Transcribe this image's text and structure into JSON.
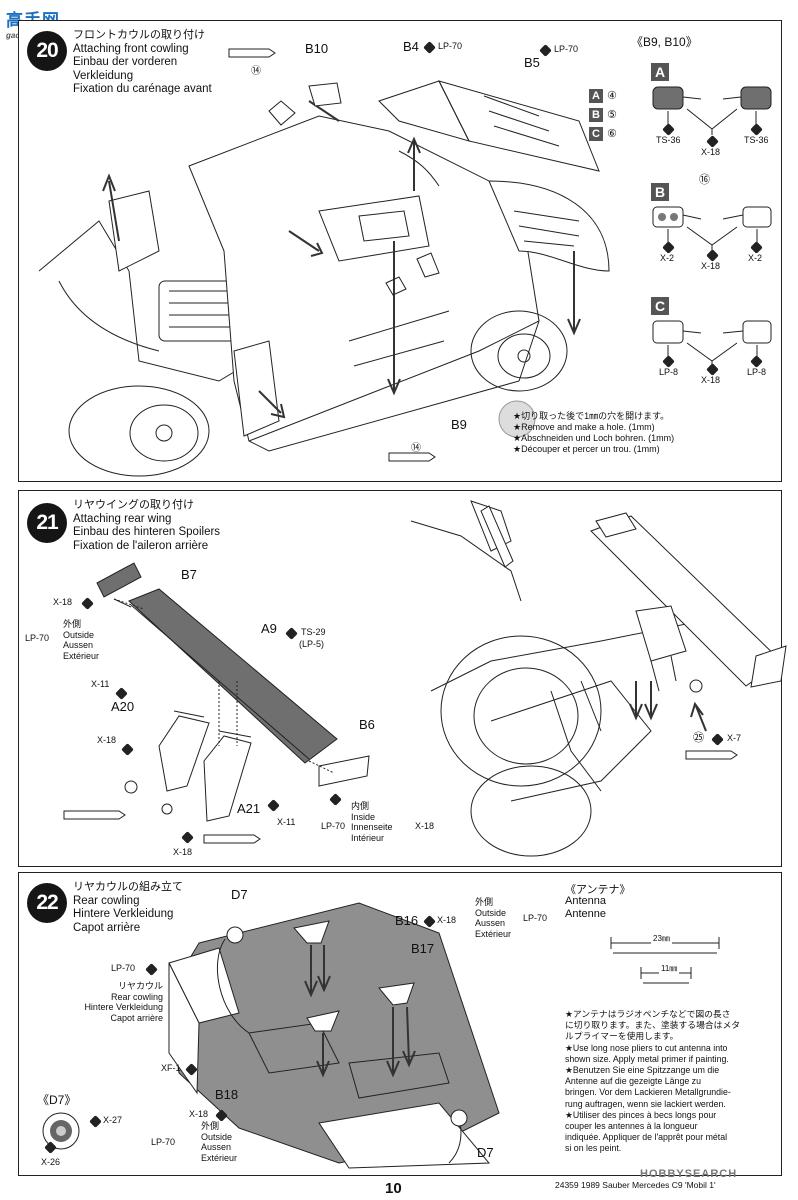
{
  "watermark": {
    "main": "高手网",
    "sub": "gao-shou.com"
  },
  "page": {
    "number": "10",
    "code": "24359  1989 Sauber Mercedes C9 'Mobil 1'",
    "mark": "HOBBYSEARCH"
  },
  "step20": {
    "number": "20",
    "title_jp": "フロントカウルの取り付け",
    "title_en": "Attaching front cowling",
    "title_de": "Einbau der vorderen",
    "title_de2": "Verkleidung",
    "title_fr": "Fixation du carénage avant",
    "parts": {
      "b10": "B10",
      "b4": "B4",
      "b4_paint": "LP-70",
      "b5": "B5",
      "b5_paint": "LP-70",
      "b9": "B9",
      "ref14": "⑭"
    },
    "decal_refs": [
      {
        "letter": "A",
        "num": "④"
      },
      {
        "letter": "B",
        "num": "⑤"
      },
      {
        "letter": "C",
        "num": "⑥"
      }
    ],
    "note": [
      "★切り取った後で1㎜の穴を開けます。",
      "★Remove and make a hole. (1mm)",
      "★Abschneiden und Loch bohren. (1mm)",
      "★Découper et percer un trou. (1mm)"
    ],
    "mirrors": {
      "header": "《B9, B10》",
      "a": {
        "letter": "A",
        "left": "TS-36",
        "center": "X-18",
        "right": "TS-36"
      },
      "b": {
        "letter": "B",
        "ref": "⑯",
        "left": "X-2",
        "center": "X-18",
        "right": "X-2"
      },
      "c": {
        "letter": "C",
        "left": "LP-8",
        "center": "X-18",
        "right": "LP-8"
      }
    }
  },
  "step21": {
    "number": "21",
    "title_jp": "リヤウイングの取り付け",
    "title_en": "Attaching rear wing",
    "title_de": "Einbau des hinteren Spoilers",
    "title_fr": "Fixation de l'aileron arrière",
    "parts": {
      "b7": "B7",
      "a9": "A9",
      "a20": "A20",
      "a21": "A21",
      "b6": "B6",
      "x18_b7": "X-18",
      "ts29": "TS-29",
      "lp5": "(LP-5)",
      "x11_a": "X-11",
      "x18_a": "X-18",
      "x11_b": "X-11",
      "x18_bottom": "X-18",
      "x7": "X-7",
      "ref25": "㉕"
    },
    "outside": {
      "paint": "LP-70",
      "jp": "外側",
      "en": "Outside",
      "de": "Aussen",
      "fr": "Extérieur"
    },
    "inside": {
      "paint": "LP-70",
      "jp": "内側",
      "en": "Inside",
      "de": "Innenseite",
      "fr": "Intérieur",
      "color": "X-18"
    }
  },
  "step22": {
    "number": "22",
    "title_jp": "リヤカウルの組み立て",
    "title_en": "Rear cowling",
    "title_de": "Hintere Verkleidung",
    "title_fr": "Capot arrière",
    "parts": {
      "d7_top": "D7",
      "d7_bottom": "D7",
      "b16": "B16",
      "b17": "B17",
      "b18": "B18",
      "xf1": "XF-1",
      "lp70": "LP-70",
      "x18_b16": "X-18",
      "x18_b18": "X-18"
    },
    "rear_label": {
      "jp": "リヤカウル",
      "en": "Rear cowling",
      "de": "Hintere Verkleidung",
      "fr": "Capot arrière"
    },
    "outside_b16": {
      "paint": "LP-70",
      "jp": "外側",
      "en": "Outside",
      "de": "Aussen",
      "fr": "Extérieur"
    },
    "outside_b18": {
      "paint": "LP-70",
      "jp": "外側",
      "en": "Outside",
      "de": "Aussen",
      "fr": "Extérieur"
    },
    "d7_detail": {
      "header": "《D7》",
      "c1": "X-27",
      "c2": "X-26"
    },
    "antenna": {
      "header": "《アンテナ》",
      "en": "Antenna",
      "de": "Antenne",
      "len1": "23㎜",
      "len2": "11㎜",
      "notes": [
        "★アンテナはラジオペンチなどで図の長さ",
        "に切り取ります。また、塗装する場合はメタ",
        "ルプライマーを使用します。",
        "★Use long nose pliers to cut antenna into",
        "shown size. Apply metal primer if painting.",
        "★Benutzen Sie eine Spitzzange um die",
        "Antenne auf die gezeigte Länge zu",
        "bringen. Vor dem Lackieren Metallgrundie-",
        "rung auftragen, wenn sie lackiert werden.",
        "★Utiliser des pinces à becs longs pour",
        "couper les antennes à la longueur",
        "indiquée. Appliquer de l'apprêt pour métal",
        "si on les peint."
      ]
    }
  }
}
